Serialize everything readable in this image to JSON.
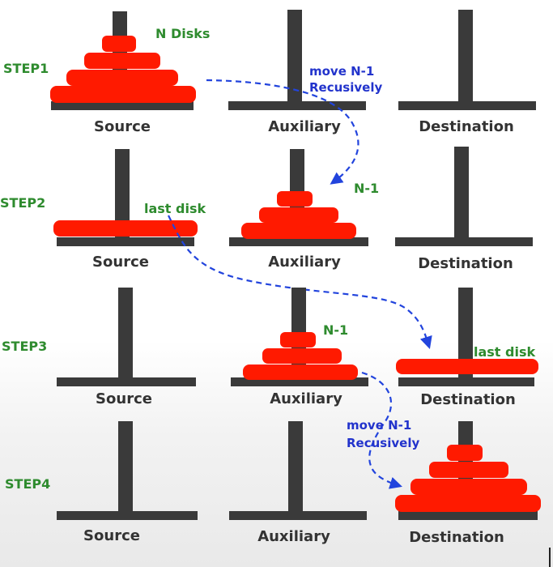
{
  "colors": {
    "disk": "#ff1a00",
    "peg": "#3a3a3a",
    "step_label": "#2e8b2e",
    "arrow": "#2244dd"
  },
  "steps": [
    {
      "label": "STEP1",
      "pegs": [
        "Source",
        "Auxiliary",
        "Destination"
      ],
      "disk_counts": {
        "source": 4,
        "auxiliary": 0,
        "destination": 0
      },
      "notes": {
        "disks": "N Disks",
        "move_line1": "move N-1",
        "move_line2": "Recusively"
      }
    },
    {
      "label": "STEP2",
      "pegs": [
        "Source",
        "Auxiliary",
        "Destination"
      ],
      "disk_counts": {
        "source": 1,
        "auxiliary": 3,
        "destination": 0
      },
      "notes": {
        "last_disk": "last disk",
        "n_minus_1": "N-1"
      }
    },
    {
      "label": "STEP3",
      "pegs": [
        "Source",
        "Auxiliary",
        "Destination"
      ],
      "disk_counts": {
        "source": 0,
        "auxiliary": 3,
        "destination": 1
      },
      "notes": {
        "n_minus_1": "N-1",
        "last_disk": "last disk"
      }
    },
    {
      "label": "STEP4",
      "pegs": [
        "Source",
        "Auxiliary",
        "Destination"
      ],
      "disk_counts": {
        "source": 0,
        "auxiliary": 0,
        "destination": 4
      },
      "notes": {
        "move_line1": "move N-1",
        "move_line2": "Recusively"
      }
    }
  ]
}
